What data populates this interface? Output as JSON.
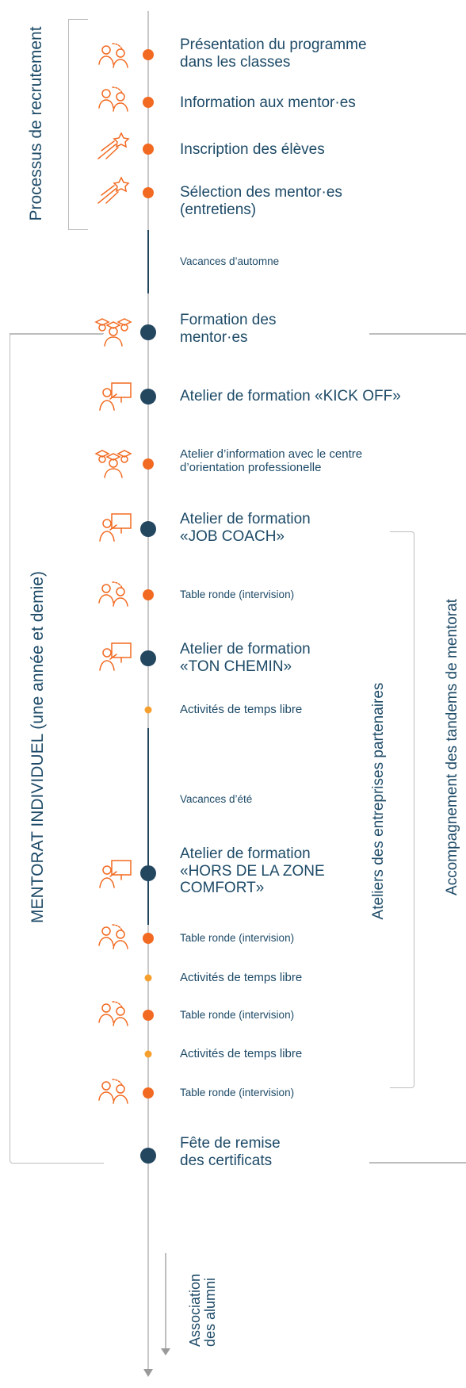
{
  "brackets": {
    "recruitment": "Processus de recrutement",
    "mentorat": "MENTORAT INDIVIDUEL (une année et demie)",
    "ateliers": "Ateliers des entreprises partenaires",
    "accompagnement": "Accompagnement des tandems de mentorat"
  },
  "events": {
    "presentation": {
      "line1": "Présentation du programme",
      "line2": "dans les classes"
    },
    "info_mentors": "Information aux mentor·es",
    "inscription": "Inscription des élèves",
    "selection": {
      "line1": "Sélection des mentor·es",
      "line2": "(entretiens)"
    },
    "vacances_automne": "Vacances d’automne",
    "formation": {
      "line1": "Formation des",
      "line2": "mentor·es"
    },
    "kickoff": "Atelier de formation «KICK OFF»",
    "orientation": {
      "line1": "Atelier d’information avec le centre",
      "line2": "d’orientation professionelle"
    },
    "jobcoach": {
      "line1": "Atelier de formation",
      "line2": "«JOB COACH»"
    },
    "table_ronde": "Table ronde (intervision)",
    "tonchemin": {
      "line1": "Atelier de formation",
      "line2": "«TON CHEMIN»"
    },
    "loisirs": "Activités de temps libre",
    "vacances_ete": "Vacances d’été",
    "horsdelazone": {
      "line1": "Atelier de formation",
      "line2": "«HORS DE LA ZONE",
      "line3": "COMFORT»"
    },
    "certificats": {
      "line1": "Fête de remise",
      "line2": "des certificats"
    }
  },
  "alumni": {
    "line1": "Association",
    "line2": "des alumni"
  },
  "colors": {
    "accent_orange": "#f26a21",
    "accent_amber": "#f5a02e",
    "navy": "#244760",
    "text": "#1d4a67",
    "bracket_gray": "#bdbdbd"
  }
}
